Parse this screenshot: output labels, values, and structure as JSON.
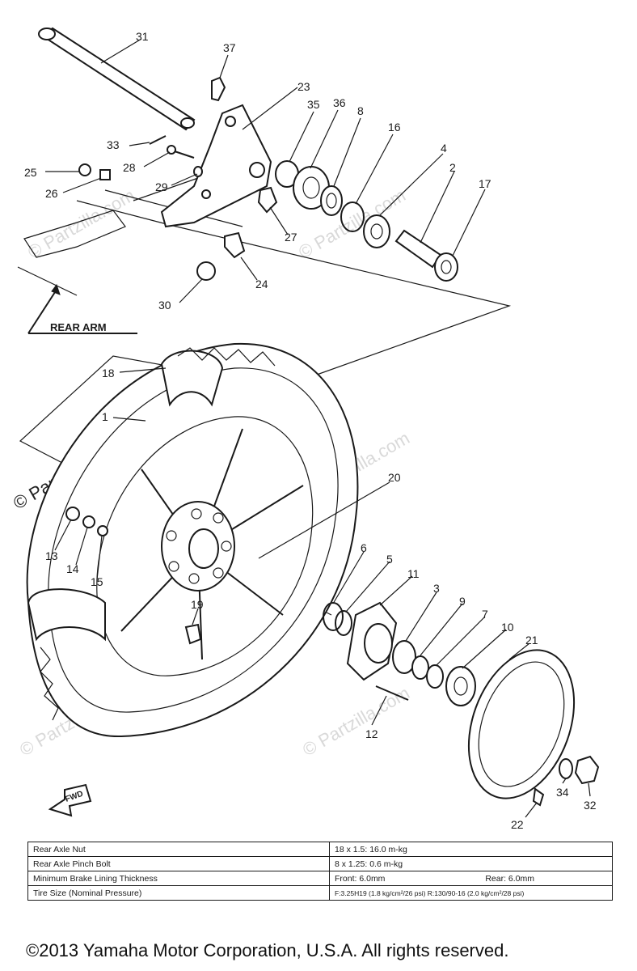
{
  "watermark": {
    "main": "© Partzilla.com",
    "faint": "© Partzilla.com"
  },
  "labels": {
    "rear_arm": "REAR ARM",
    "fwd": "FWD"
  },
  "callouts": [
    {
      "id": "31",
      "text": "31"
    },
    {
      "id": "37",
      "text": "37"
    },
    {
      "id": "23",
      "text": "23"
    },
    {
      "id": "35",
      "text": "35"
    },
    {
      "id": "36",
      "text": "36"
    },
    {
      "id": "8",
      "text": "8"
    },
    {
      "id": "16",
      "text": "16"
    },
    {
      "id": "4",
      "text": "4"
    },
    {
      "id": "2",
      "text": "2"
    },
    {
      "id": "17",
      "text": "17"
    },
    {
      "id": "33",
      "text": "33"
    },
    {
      "id": "25",
      "text": "25"
    },
    {
      "id": "28",
      "text": "28"
    },
    {
      "id": "29",
      "text": "29"
    },
    {
      "id": "26",
      "text": "26"
    },
    {
      "id": "27",
      "text": "27"
    },
    {
      "id": "24",
      "text": "24"
    },
    {
      "id": "30",
      "text": "30"
    },
    {
      "id": "18",
      "text": "18"
    },
    {
      "id": "1",
      "text": "1"
    },
    {
      "id": "20",
      "text": "20"
    },
    {
      "id": "13",
      "text": "13"
    },
    {
      "id": "14",
      "text": "14"
    },
    {
      "id": "15",
      "text": "15"
    },
    {
      "id": "6",
      "text": "6"
    },
    {
      "id": "5",
      "text": "5"
    },
    {
      "id": "11",
      "text": "11"
    },
    {
      "id": "3",
      "text": "3"
    },
    {
      "id": "9",
      "text": "9"
    },
    {
      "id": "7",
      "text": "7"
    },
    {
      "id": "10",
      "text": "10"
    },
    {
      "id": "21",
      "text": "21"
    },
    {
      "id": "19",
      "text": "19"
    },
    {
      "id": "12",
      "text": "12"
    },
    {
      "id": "34",
      "text": "34"
    },
    {
      "id": "32",
      "text": "32"
    },
    {
      "id": "22",
      "text": "22"
    }
  ],
  "spec_table": [
    {
      "label": "Rear Axle Nut",
      "value": "18 x 1.5: 16.0 m-kg"
    },
    {
      "label": "Rear Axle Pinch Bolt",
      "value": "8 x 1.25: 0.6 m-kg"
    },
    {
      "label": "Minimum Brake Lining Thickness",
      "value_front": "Front: 6.0mm",
      "value_rear": "Rear: 6.0mm"
    },
    {
      "label": "Tire Size (Nominal Pressure)",
      "value": "F:3.25H19 (1.8 kg/cm²/26 psi) R:130/90-16 (2.0 kg/cm²/28 psi)"
    }
  ],
  "copyright": "©2013 Yamaha Motor Corporation, U.S.A. All rights reserved."
}
